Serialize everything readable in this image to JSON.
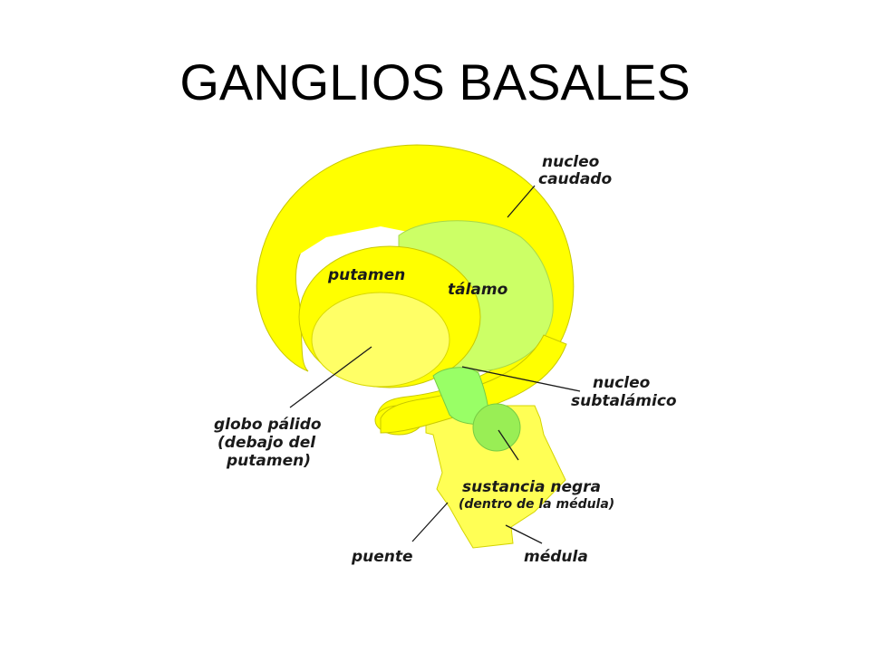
{
  "slide": {
    "title": "GANGLIOS BASALES"
  },
  "diagram": {
    "colors": {
      "caudate": "#ffff00",
      "thalamus": "#ccff66",
      "globus_pallidus": "#ffff66",
      "subthalamic": "#99ff66",
      "substantia_nigra": "#99ee55",
      "brainstem": "#ffff55",
      "outline": "#c8c800"
    },
    "labels": {
      "nucleo_caudado_1": "nucleo",
      "nucleo_caudado_2": "caudado",
      "putamen": "putamen",
      "talamo": "tálamo",
      "subtalamico_1": "nucleo",
      "subtalamico_2": "subtalámico",
      "globo_1": "globo pálido",
      "globo_2": "(debajo del",
      "globo_3": "putamen)",
      "sustancia_1": "sustancia negra",
      "sustancia_2": "(dentro de la médula)",
      "puente": "puente",
      "medula": "médula"
    }
  }
}
